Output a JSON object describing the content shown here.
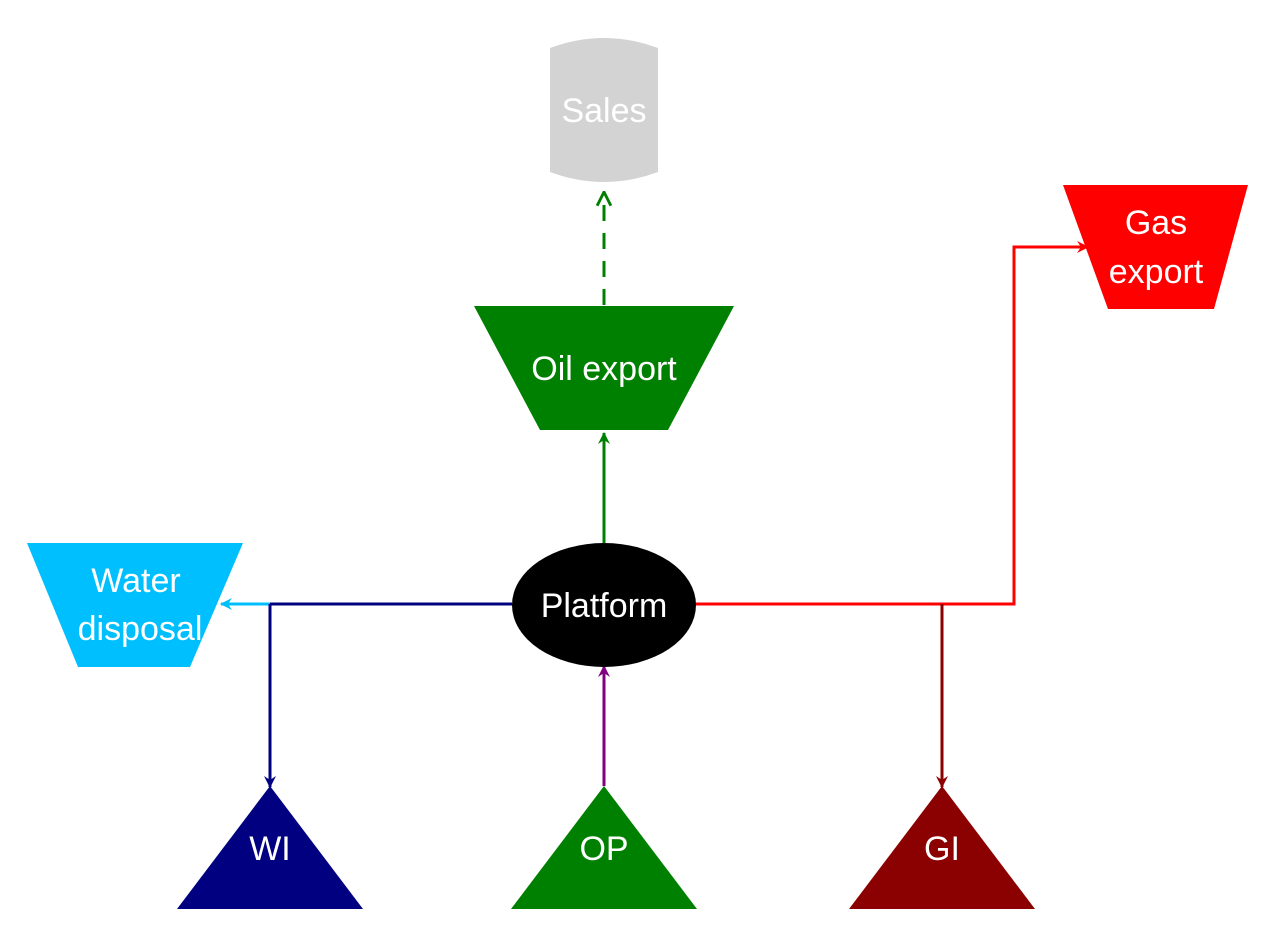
{
  "nodes": {
    "sales": {
      "label": "Sales",
      "color": "#d3d3d3",
      "shape": "cylinder"
    },
    "oil_export": {
      "label": "Oil export",
      "color": "#008000",
      "shape": "inverted-trapezium"
    },
    "gas_export": {
      "label_line1": "Gas",
      "label_line2": "export",
      "color": "#ff0000",
      "shape": "inverted-trapezium"
    },
    "water_disposal": {
      "label_line1": "Water",
      "label_line2": "disposal",
      "color": "#00bfff",
      "shape": "inverted-trapezium"
    },
    "platform": {
      "label": "Platform",
      "color": "#000000",
      "shape": "ellipse"
    },
    "wi": {
      "label": "WI",
      "color": "#000080",
      "shape": "triangle"
    },
    "op": {
      "label": "OP",
      "color": "#008000",
      "shape": "triangle"
    },
    "gi": {
      "label": "GI",
      "color": "#8b0000",
      "shape": "triangle"
    }
  },
  "edges": [
    {
      "from": "Oil export",
      "to": "Sales",
      "color": "#008000",
      "style": "dashed",
      "arrow": "open"
    },
    {
      "from": "Platform",
      "to": "Oil export",
      "color": "#008000",
      "style": "solid"
    },
    {
      "from": "Platform",
      "to": "Gas export",
      "color": "#ff0000",
      "style": "solid"
    },
    {
      "from": "Platform",
      "to": "GI",
      "color": "#8b0000",
      "style": "solid"
    },
    {
      "from": "Platform",
      "to": "Water disposal",
      "color": "#00bfff",
      "style": "solid"
    },
    {
      "from": "Platform",
      "to": "WI",
      "color": "#000080",
      "style": "solid"
    },
    {
      "from": "OP",
      "to": "Platform",
      "color": "#800080",
      "style": "solid"
    }
  ]
}
